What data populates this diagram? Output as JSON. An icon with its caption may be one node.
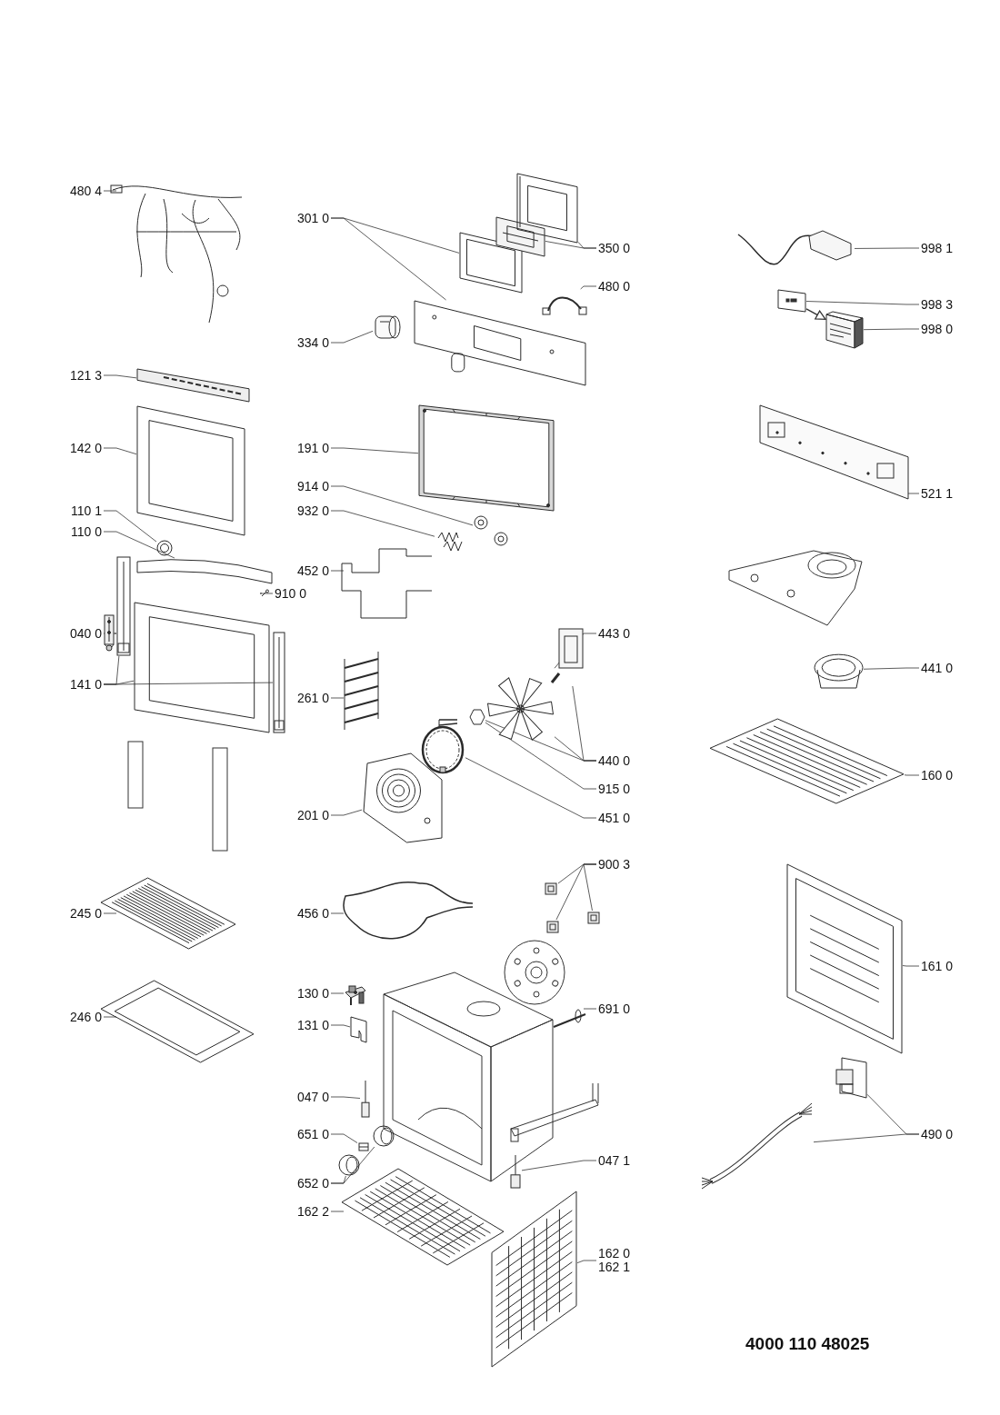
{
  "diagram": {
    "nodes": [
      {
        "text": [
          "480 4"
        ]
      },
      {
        "text": [],
        "shape": "picture"
      },
      {
        "text": [
          "301 0"
        ]
      },
      {
        "text": [],
        "shape": "picture"
      },
      {
        "text": [],
        "shape": "picture"
      },
      {
        "text": [
          "350 0"
        ]
      },
      {
        "text": [],
        "shape": "picture"
      },
      {
        "text": [],
        "shape": "picture"
      },
      {
        "text": [
          "480 0"
        ]
      },
      {
        "text": [],
        "shape": "picture"
      },
      {
        "text": [
          "334 0"
        ]
      },
      {
        "text": [],
        "shape": "picture"
      },
      {
        "text": [
          "998 1"
        ]
      },
      {
        "text": [],
        "shape": "picture"
      },
      {
        "text": [
          "998 3"
        ]
      },
      {
        "text": [],
        "shape": "picture"
      },
      {
        "text": [
          "998 0"
        ]
      },
      {
        "text": [],
        "shape": "box"
      },
      {
        "text": [
          "121 3"
        ]
      },
      {
        "text": [],
        "shape": "picture"
      },
      {
        "text": [
          "142 0"
        ]
      },
      {
        "text": [],
        "shape": "picture"
      },
      {
        "text": [
          "191 0"
        ]
      },
      {
        "text": [],
        "shape": "picture"
      },
      {
        "text": [
          "914 0"
        ]
      },
      {
        "text": [],
        "shape": "picture"
      },
      {
        "text": [
          "932 0"
        ]
      },
      {
        "text": [],
        "shape": "picture"
      },
      {
        "text": [
          "110 1"
        ]
      },
      {
        "text": [],
        "shape": "picture"
      },
      {
        "text": [
          "110 0"
        ]
      },
      {
        "text": [],
        "shape": "picture"
      },
      {
        "text": [
          "452 0"
        ]
      },
      {
        "text": [],
        "shape": "picture"
      },
      {
        "text": [
          "910 0"
        ]
      },
      {
        "text": [],
        "shape": "picture"
      },
      {
        "text": [
          "521 1"
        ]
      },
      {
        "text": [],
        "shape": "picture"
      },
      {
        "text": [
          "040 0"
        ]
      },
      {
        "text": [],
        "shape": "picture"
      },
      {
        "text": [
          "141 0"
        ]
      },
      {
        "text": [],
        "shape": "picture"
      },
      {
        "text": [],
        "shape": "picture"
      },
      {
        "text": [],
        "shape": "picture"
      },
      {
        "text": [
          "261 0"
        ]
      },
      {
        "text": [],
        "shape": "picture"
      },
      {
        "text": [
          "443 0"
        ]
      },
      {
        "text": [],
        "shape": "picture"
      },
      {
        "text": [],
        "shape": "picture"
      },
      {
        "text": [
          "441 0"
        ]
      },
      {
        "text": [],
        "shape": "picture"
      },
      {
        "text": [
          "440 0"
        ]
      },
      {
        "text": [
          "160 0"
        ]
      },
      {
        "text": [],
        "shape": "picture"
      },
      {
        "text": [
          "915 0"
        ]
      },
      {
        "text": [],
        "shape": "picture"
      },
      {
        "text": [
          "201 0"
        ]
      },
      {
        "text": [],
        "shape": "picture"
      },
      {
        "text": [
          "451 0"
        ]
      },
      {
        "text": [],
        "shape": "picture"
      },
      {
        "text": [
          "900 3"
        ]
      },
      {
        "text": [],
        "shape": "picture"
      },
      {
        "text": [],
        "shape": "picture"
      },
      {
        "text": [],
        "shape": "picture"
      },
      {
        "text": [
          "245 0"
        ]
      },
      {
        "text": [],
        "shape": "picture"
      },
      {
        "text": [
          "456 0"
        ]
      },
      {
        "text": [],
        "shape": "picture"
      },
      {
        "text": [
          "161 0"
        ]
      },
      {
        "text": [],
        "shape": "picture"
      },
      {
        "text": [
          "246 0"
        ]
      },
      {
        "text": [],
        "shape": "picture"
      },
      {
        "text": [
          "130 0"
        ]
      },
      {
        "text": [],
        "shape": "picture"
      },
      {
        "text": [
          "131 0"
        ]
      },
      {
        "text": [],
        "shape": "picture"
      },
      {
        "text": [
          "691 0"
        ]
      },
      {
        "text": [],
        "shape": "picture"
      },
      {
        "text": [
          "047 0"
        ]
      },
      {
        "text": [],
        "shape": "picture"
      },
      {
        "text": [
          "651 0"
        ]
      },
      {
        "text": [],
        "shape": "picture"
      },
      {
        "text": [
          "652 0"
        ]
      },
      {
        "text": [],
        "shape": "picture"
      },
      {
        "text": [],
        "shape": "picture"
      },
      {
        "text": [
          "490 0"
        ]
      },
      {
        "text": [],
        "shape": "picture"
      },
      {
        "text": [],
        "shape": "picture"
      },
      {
        "text": [
          "047 1"
        ]
      },
      {
        "text": [],
        "shape": "picture"
      },
      {
        "text": [
          "162 2"
        ]
      },
      {
        "text": [],
        "shape": "picture"
      },
      {
        "text": [
          "162 0",
          "162 1"
        ]
      },
      {
        "text": [],
        "shape": "picture"
      }
    ],
    "edges": [
      {
        "from": 0,
        "to": 1,
        "arrow": "none"
      },
      {
        "from": 2,
        "to": 3,
        "arrow": "none"
      },
      {
        "from": 2,
        "to": 4,
        "arrow": "none"
      },
      {
        "from": 5,
        "to": 6,
        "arrow": "none"
      },
      {
        "from": 5,
        "to": 7,
        "arrow": "none"
      },
      {
        "from": 8,
        "to": 9,
        "arrow": "none"
      },
      {
        "from": 10,
        "to": 11,
        "arrow": "none"
      },
      {
        "from": 12,
        "to": 13,
        "arrow": "none"
      },
      {
        "from": 14,
        "to": 15,
        "arrow": "none"
      },
      {
        "from": 15,
        "to": 17,
        "arrow": "to"
      },
      {
        "from": 16,
        "to": 17,
        "arrow": "none"
      },
      {
        "from": 18,
        "to": 19,
        "arrow": "none"
      },
      {
        "from": 20,
        "to": 21,
        "arrow": "none"
      },
      {
        "from": 22,
        "to": 23,
        "arrow": "none"
      },
      {
        "from": 24,
        "to": 25,
        "arrow": "none"
      },
      {
        "from": 26,
        "to": 27,
        "arrow": "none"
      },
      {
        "from": 28,
        "to": 29,
        "arrow": "none"
      },
      {
        "from": 30,
        "to": 31,
        "arrow": "none"
      },
      {
        "from": 32,
        "to": 33,
        "arrow": "none"
      },
      {
        "from": 34,
        "to": 35,
        "arrow": "none"
      },
      {
        "from": 36,
        "to": 37,
        "arrow": "none"
      },
      {
        "from": 38,
        "to": 39,
        "arrow": "none"
      },
      {
        "from": 40,
        "to": 41,
        "arrow": "none"
      },
      {
        "from": 40,
        "to": 42,
        "arrow": "none"
      },
      {
        "from": 40,
        "to": 43,
        "arrow": "none"
      },
      {
        "from": 44,
        "to": 45,
        "arrow": "none"
      },
      {
        "from": 46,
        "to": 47,
        "arrow": "none"
      },
      {
        "from": 49,
        "to": 50,
        "arrow": "none"
      },
      {
        "from": 51,
        "to": 55,
        "arrow": "none"
      },
      {
        "from": 51,
        "to": 47,
        "arrow": "none"
      },
      {
        "from": 51,
        "to": 48,
        "arrow": "none"
      },
      {
        "from": 52,
        "to": 53,
        "arrow": "none"
      },
      {
        "from": 54,
        "to": 55,
        "arrow": "none"
      },
      {
        "from": 56,
        "to": 57,
        "arrow": "none"
      },
      {
        "from": 58,
        "to": 59,
        "arrow": "none"
      },
      {
        "from": 60,
        "to": 61,
        "arrow": "none"
      },
      {
        "from": 60,
        "to": 62,
        "arrow": "none"
      },
      {
        "from": 60,
        "to": 63,
        "arrow": "none"
      },
      {
        "from": 64,
        "to": 65,
        "arrow": "none"
      },
      {
        "from": 66,
        "to": 67,
        "arrow": "none"
      },
      {
        "from": 68,
        "to": 69,
        "arrow": "none"
      },
      {
        "from": 70,
        "to": 71,
        "arrow": "none"
      },
      {
        "from": 72,
        "to": 73,
        "arrow": "none"
      },
      {
        "from": 74,
        "to": 75,
        "arrow": "none"
      },
      {
        "from": 76,
        "to": 77,
        "arrow": "none"
      },
      {
        "from": 78,
        "to": 79,
        "arrow": "none"
      },
      {
        "from": 80,
        "to": 81,
        "arrow": "none"
      },
      {
        "from": 82,
        "to": 83,
        "arrow": "none"
      },
      {
        "from": 82,
        "to": 84,
        "arrow": "none"
      },
      {
        "from": 85,
        "to": 86,
        "arrow": "none"
      },
      {
        "from": 85,
        "to": 87,
        "arrow": "none"
      },
      {
        "from": 88,
        "to": 89,
        "arrow": "none"
      },
      {
        "from": 90,
        "to": 91,
        "arrow": "none"
      },
      {
        "from": 92,
        "to": 93,
        "arrow": "none"
      }
    ],
    "labels": [
      "4000 110 48025"
    ]
  }
}
